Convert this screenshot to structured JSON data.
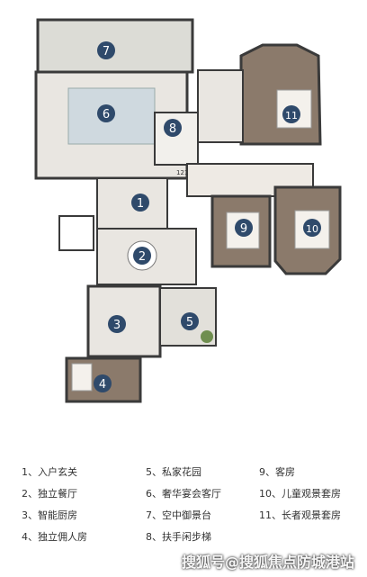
{
  "plan": {
    "markers": [
      {
        "num": "1"
      },
      {
        "num": "2"
      },
      {
        "num": "3"
      },
      {
        "num": "4"
      },
      {
        "num": "5"
      },
      {
        "num": "6"
      },
      {
        "num": "7"
      },
      {
        "num": "8"
      },
      {
        "num": "9"
      },
      {
        "num": "10"
      },
      {
        "num": "11"
      }
    ],
    "dimension_label": "121"
  },
  "legend": [
    {
      "text": "1、入户玄关"
    },
    {
      "text": "2、独立餐厅"
    },
    {
      "text": "3、智能厨房"
    },
    {
      "text": "4、独立佣人房"
    },
    {
      "text": "5、私家花园"
    },
    {
      "text": "6、奢华宴会客厅"
    },
    {
      "text": "7、空中御景台"
    },
    {
      "text": "8、扶手闲步梯"
    },
    {
      "text": "9、客房"
    },
    {
      "text": "10、儿童观景套房"
    },
    {
      "text": "11、长者观景套房"
    }
  ],
  "watermark": "搜狐号@搜狐焦点防城港站",
  "colors": {
    "marker_fill": "#2f4a6b",
    "wall": "#3a3a3a",
    "wood_floor": "#8b7a6b",
    "tile_floor": "#e9e6e1",
    "terrace": "#dcdcd6",
    "garden_green": "#6f8e4f"
  }
}
